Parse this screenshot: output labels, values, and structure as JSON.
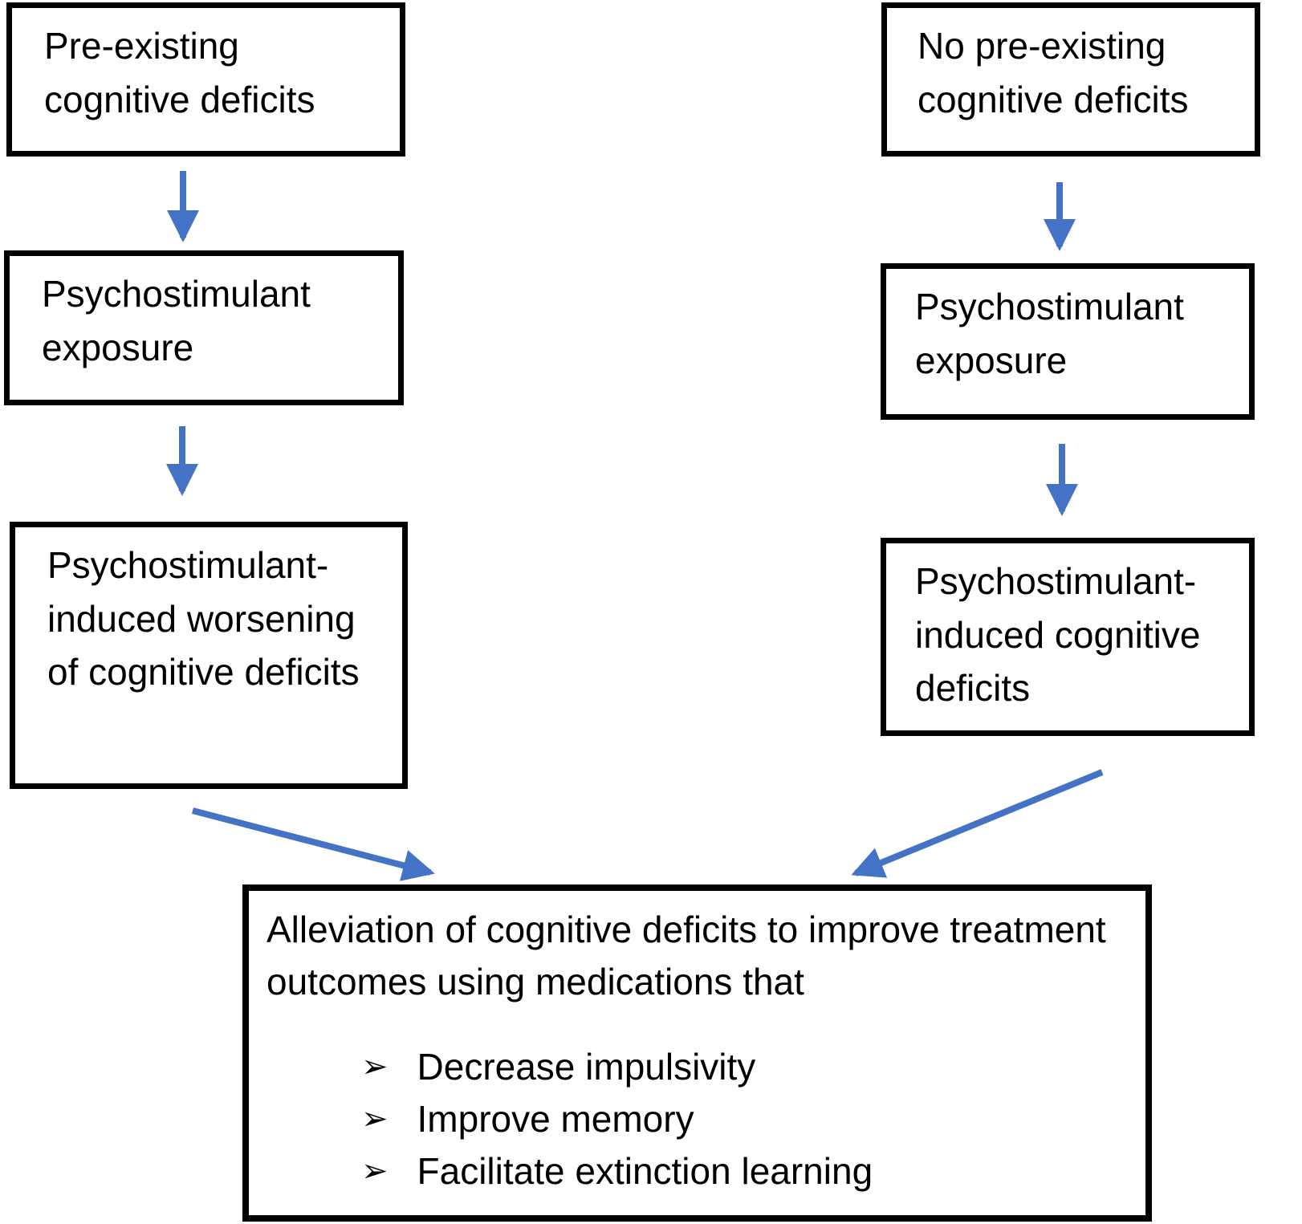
{
  "flowchart": {
    "left_path": {
      "step1": {
        "text": "Pre-existing cognitive deficits"
      },
      "step2": {
        "text": "Psychostimulant exposure"
      },
      "step3": {
        "text": "Psychostimulant-induced worsening of cognitive deficits"
      }
    },
    "right_path": {
      "step1": {
        "text": "No pre-existing cognitive deficits"
      },
      "step2": {
        "text": "Psychostimulant exposure"
      },
      "step3": {
        "text": "Psychostimulant-induced cognitive deficits"
      }
    },
    "outcome": {
      "heading": "Alleviation of cognitive deficits to improve treatment outcomes using medications that",
      "bullet_glyph": "➢",
      "bullets": [
        "Decrease impulsivity",
        "Improve memory",
        "Facilitate extinction learning"
      ]
    },
    "colors": {
      "arrow": "#4472C4",
      "border": "#000000",
      "text": "#000000",
      "background": "#FFFFFF"
    }
  }
}
